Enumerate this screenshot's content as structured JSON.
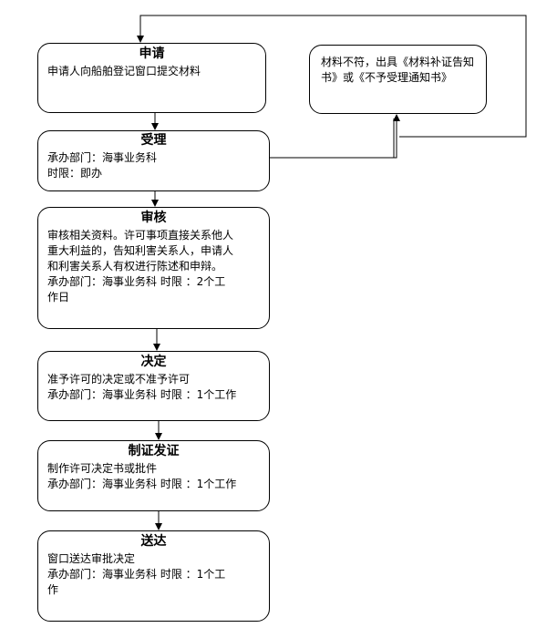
{
  "steps": [
    {
      "title": "申请",
      "lines": [
        "申请人向船舶登记窗口提交材料"
      ]
    },
    {
      "title": "受理",
      "lines": [
        "承办部门：海事业务科",
        "时限：即办"
      ]
    },
    {
      "title": "审核",
      "lines": [
        "审核相关资料。许可事项直接关系他人",
        "重大利益的，告知利害关系人，申请人",
        "和利害关系人有权进行陈述和申辩。",
        "承办部门：海事业务科  时限 ：2个工",
        "作日"
      ]
    },
    {
      "title": "决定",
      "lines": [
        "准予许可的决定或不准予许可",
        "承办部门：海事业务科  时限 ：1个工作"
      ]
    },
    {
      "title": "制证发证",
      "lines": [
        "制作许可决定书或批件",
        "承办部门：海事业务科  时限 ：1个工作"
      ]
    },
    {
      "title": "送达",
      "lines": [
        "窗口送达审批决定",
        "承办部门：海事业务科  时限 ：1个工",
        "作"
      ]
    }
  ],
  "side_note": {
    "lines": [
      "材料不符，出具《材料补证告知",
      "书》或《不予受理通知书》"
    ]
  }
}
